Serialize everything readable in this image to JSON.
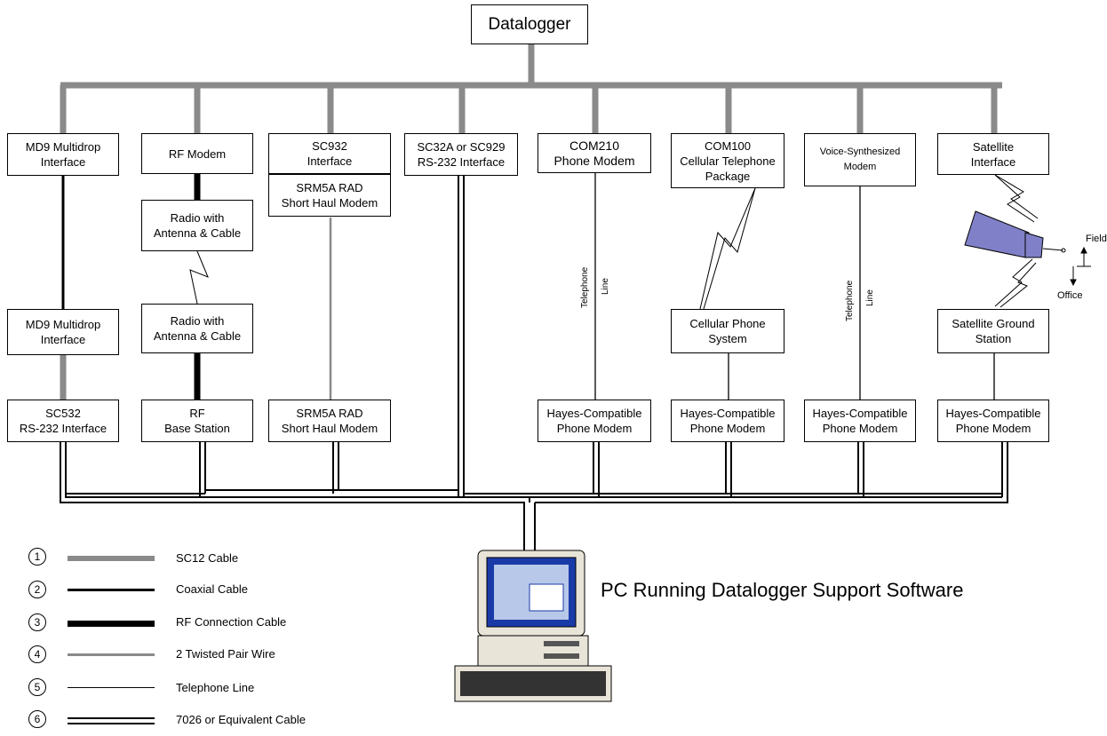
{
  "datalogger": "Datalogger",
  "top_boxes": [
    "MD9 Multidrop\nInterface",
    "RF Modem",
    "SC932\nInterface",
    "SRM5A RAD\nShort Haul Modem",
    "SC32A or SC929\nRS-232 Interface",
    "COM210\nPhone Modem",
    "COM100\nCellular Telephone\nPackage",
    "Voice-Synthesized\nModem",
    "Satellite\nInterface"
  ],
  "mid_boxes": [
    "Radio with\nAntenna & Cable",
    "MD9 Multidrop\nInterface",
    "Radio with\nAntenna & Cable",
    "Cellular Phone\nSystem",
    "Satellite Ground\nStation"
  ],
  "bottom_boxes": [
    "SC532\nRS-232 Interface",
    "RF\nBase Station",
    "SRM5A RAD\nShort Haul Modem",
    "Hayes-Compatible\nPhone Modem",
    "Hayes-Compatible\nPhone Modem",
    "Hayes-Compatible\nPhone Modem",
    "Hayes-Compatible\nPhone Modem"
  ],
  "telephone_labels": [
    "Telephone",
    "Line",
    "Telephone",
    "Line"
  ],
  "field_label": "Field",
  "office_label": "Office",
  "pc_label": "PC Running Datalogger Support Software",
  "legend": [
    {
      "num": "1",
      "label": "SC12 Cable"
    },
    {
      "num": "2",
      "label": "Coaxial Cable"
    },
    {
      "num": "3",
      "label": "RF Connection Cable"
    },
    {
      "num": "4",
      "label": "2 Twisted Pair Wire"
    },
    {
      "num": "5",
      "label": "Telephone Line"
    },
    {
      "num": "6",
      "label": "7026 or Equivalent Cable"
    }
  ],
  "colors": {
    "sc12": "#8a8a8a",
    "twisted": "#8a8a8a",
    "line": "#000000",
    "satellite": "#8080c8",
    "screen": "#1a3aa8"
  }
}
